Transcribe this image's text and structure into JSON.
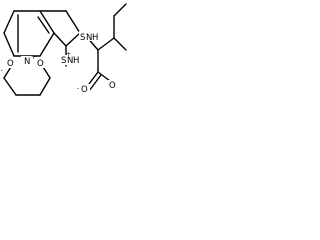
{
  "molecule": {
    "atoms": {
      "sulfur_upper": "S",
      "nitrogen_upper": "N",
      "hydrogen_upper": "H",
      "sulfur_lower": "S",
      "nitrogen_lower": "N",
      "hydrogen_lower": "H",
      "nitrogen_ring": "N",
      "oxygen_left": "O",
      "oxygen_right": "O",
      "oxygen_acid": "O",
      "oxygen_carbonyl": "O"
    },
    "charges": {
      "oxygen_left": "-",
      "nitrogen_ring": "+",
      "oxygen_right": "-",
      "sulfur_lower": "+",
      "oxygen_acid": "-"
    }
  }
}
